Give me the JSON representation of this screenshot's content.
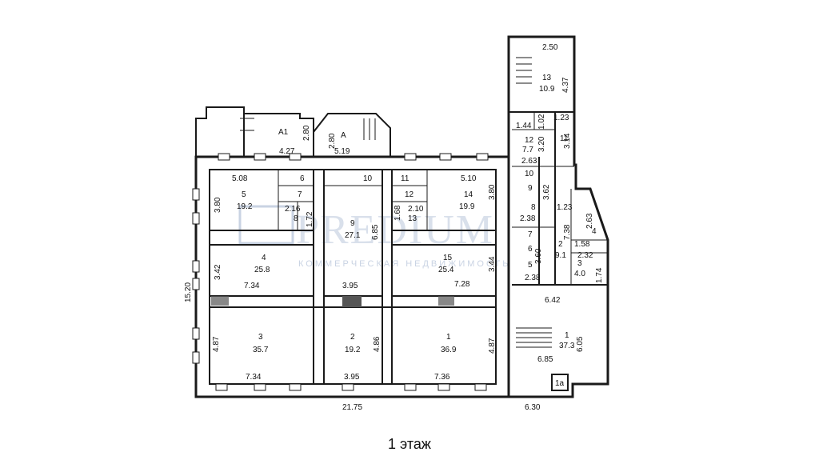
{
  "caption": "1 этаж",
  "watermark": {
    "brand": "PREDIUM",
    "subtitle": "КОММЕРЧЕСКАЯ НЕДВИЖИМОСТЬ",
    "color": "#c9d3e3"
  },
  "rooms": [
    {
      "id": "1",
      "area": "36.9",
      "w": "7.36",
      "h": "4.87"
    },
    {
      "id": "2",
      "area": "19.2",
      "w": "3.95",
      "h": "4.86"
    },
    {
      "id": "3",
      "area": "35.7",
      "w": "7.34",
      "h": "4.87"
    },
    {
      "id": "4",
      "area": "25.8",
      "w": "7.34",
      "h": "3.42"
    },
    {
      "id": "5",
      "area": "19.2",
      "w": "5.08",
      "h": "3.80"
    },
    {
      "id": "6",
      "area": ""
    },
    {
      "id": "7",
      "area": ""
    },
    {
      "id": "8",
      "area": "",
      "w": "2.16",
      "h": "1.72"
    },
    {
      "id": "9",
      "area": "27.1",
      "w": "3.95",
      "h": "6.85"
    },
    {
      "id": "10",
      "area": ""
    },
    {
      "id": "11",
      "area": ""
    },
    {
      "id": "12",
      "area": ""
    },
    {
      "id": "13",
      "area": "",
      "w": "2.10",
      "h": "1.68"
    },
    {
      "id": "14",
      "area": "19.9",
      "w": "5.10",
      "h": "3.80"
    },
    {
      "id": "15",
      "area": "25.4",
      "w": "7.28",
      "h": "3.44"
    }
  ],
  "annex": [
    {
      "id": "1",
      "area": "37.3",
      "w": "6.42",
      "w2": "6.85",
      "h": "6.05"
    },
    {
      "id": "1a",
      "area": ""
    },
    {
      "id": "2",
      "area": "9.1",
      "h": "7.38"
    },
    {
      "id": "3",
      "area": "4.0",
      "w": "2.32",
      "h": "1.74"
    },
    {
      "id": "4",
      "area": "",
      "w": "1.58",
      "h": "2.63"
    },
    {
      "id": "5",
      "area": "",
      "w": "2.38",
      "h": "3.60"
    },
    {
      "id": "6",
      "area": ""
    },
    {
      "id": "7",
      "area": ""
    },
    {
      "id": "8",
      "area": "",
      "w": "2.38",
      "h": "3.62"
    },
    {
      "id": "9",
      "area": ""
    },
    {
      "id": "10",
      "area": ""
    },
    {
      "id": "11",
      "area": "",
      "h": "3.14",
      "h2": "1.23"
    },
    {
      "id": "12",
      "area": "7.7",
      "w": "2.63",
      "h": "3.20",
      "w2": "1.44",
      "h2": "1.02"
    },
    {
      "id": "13",
      "area": "10.9",
      "w": "2.50",
      "h": "4.37"
    }
  ],
  "porch": [
    {
      "id": "А1",
      "w": "4.27",
      "h": "2.80"
    },
    {
      "id": "А",
      "w": "5.19",
      "h": "2.80"
    }
  ],
  "dims": {
    "total_w": "21.75",
    "total_h": "15.20",
    "annex_w": "6.30",
    "d_1_23": "1.23"
  }
}
